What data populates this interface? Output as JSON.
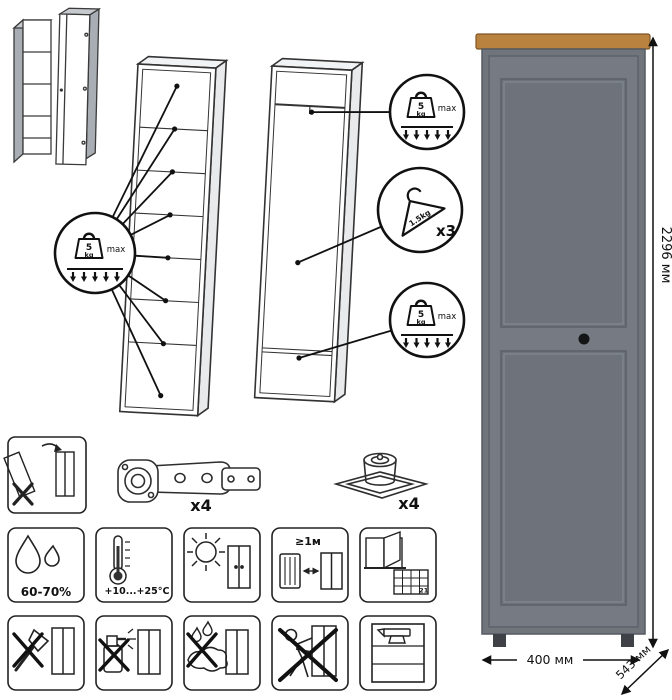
{
  "badges": {
    "shelf": {
      "value": "5",
      "unit": "kg",
      "limit": "max"
    },
    "top": {
      "value": "5",
      "unit": "kg",
      "limit": "max"
    },
    "bottom": {
      "value": "5",
      "unit": "kg",
      "limit": "max"
    },
    "hanger": {
      "weight": "1.5kg",
      "count": "x3"
    }
  },
  "hardware": {
    "hinge_count": "x4",
    "foot_count": "x4"
  },
  "care": {
    "humidity": "60-70%",
    "temperature": "+10...+25°C",
    "distance": "≥1м",
    "calendar_day": "21"
  },
  "dimensions": {
    "height": "2296 мм",
    "width": "400 мм",
    "depth": "543 мм"
  }
}
